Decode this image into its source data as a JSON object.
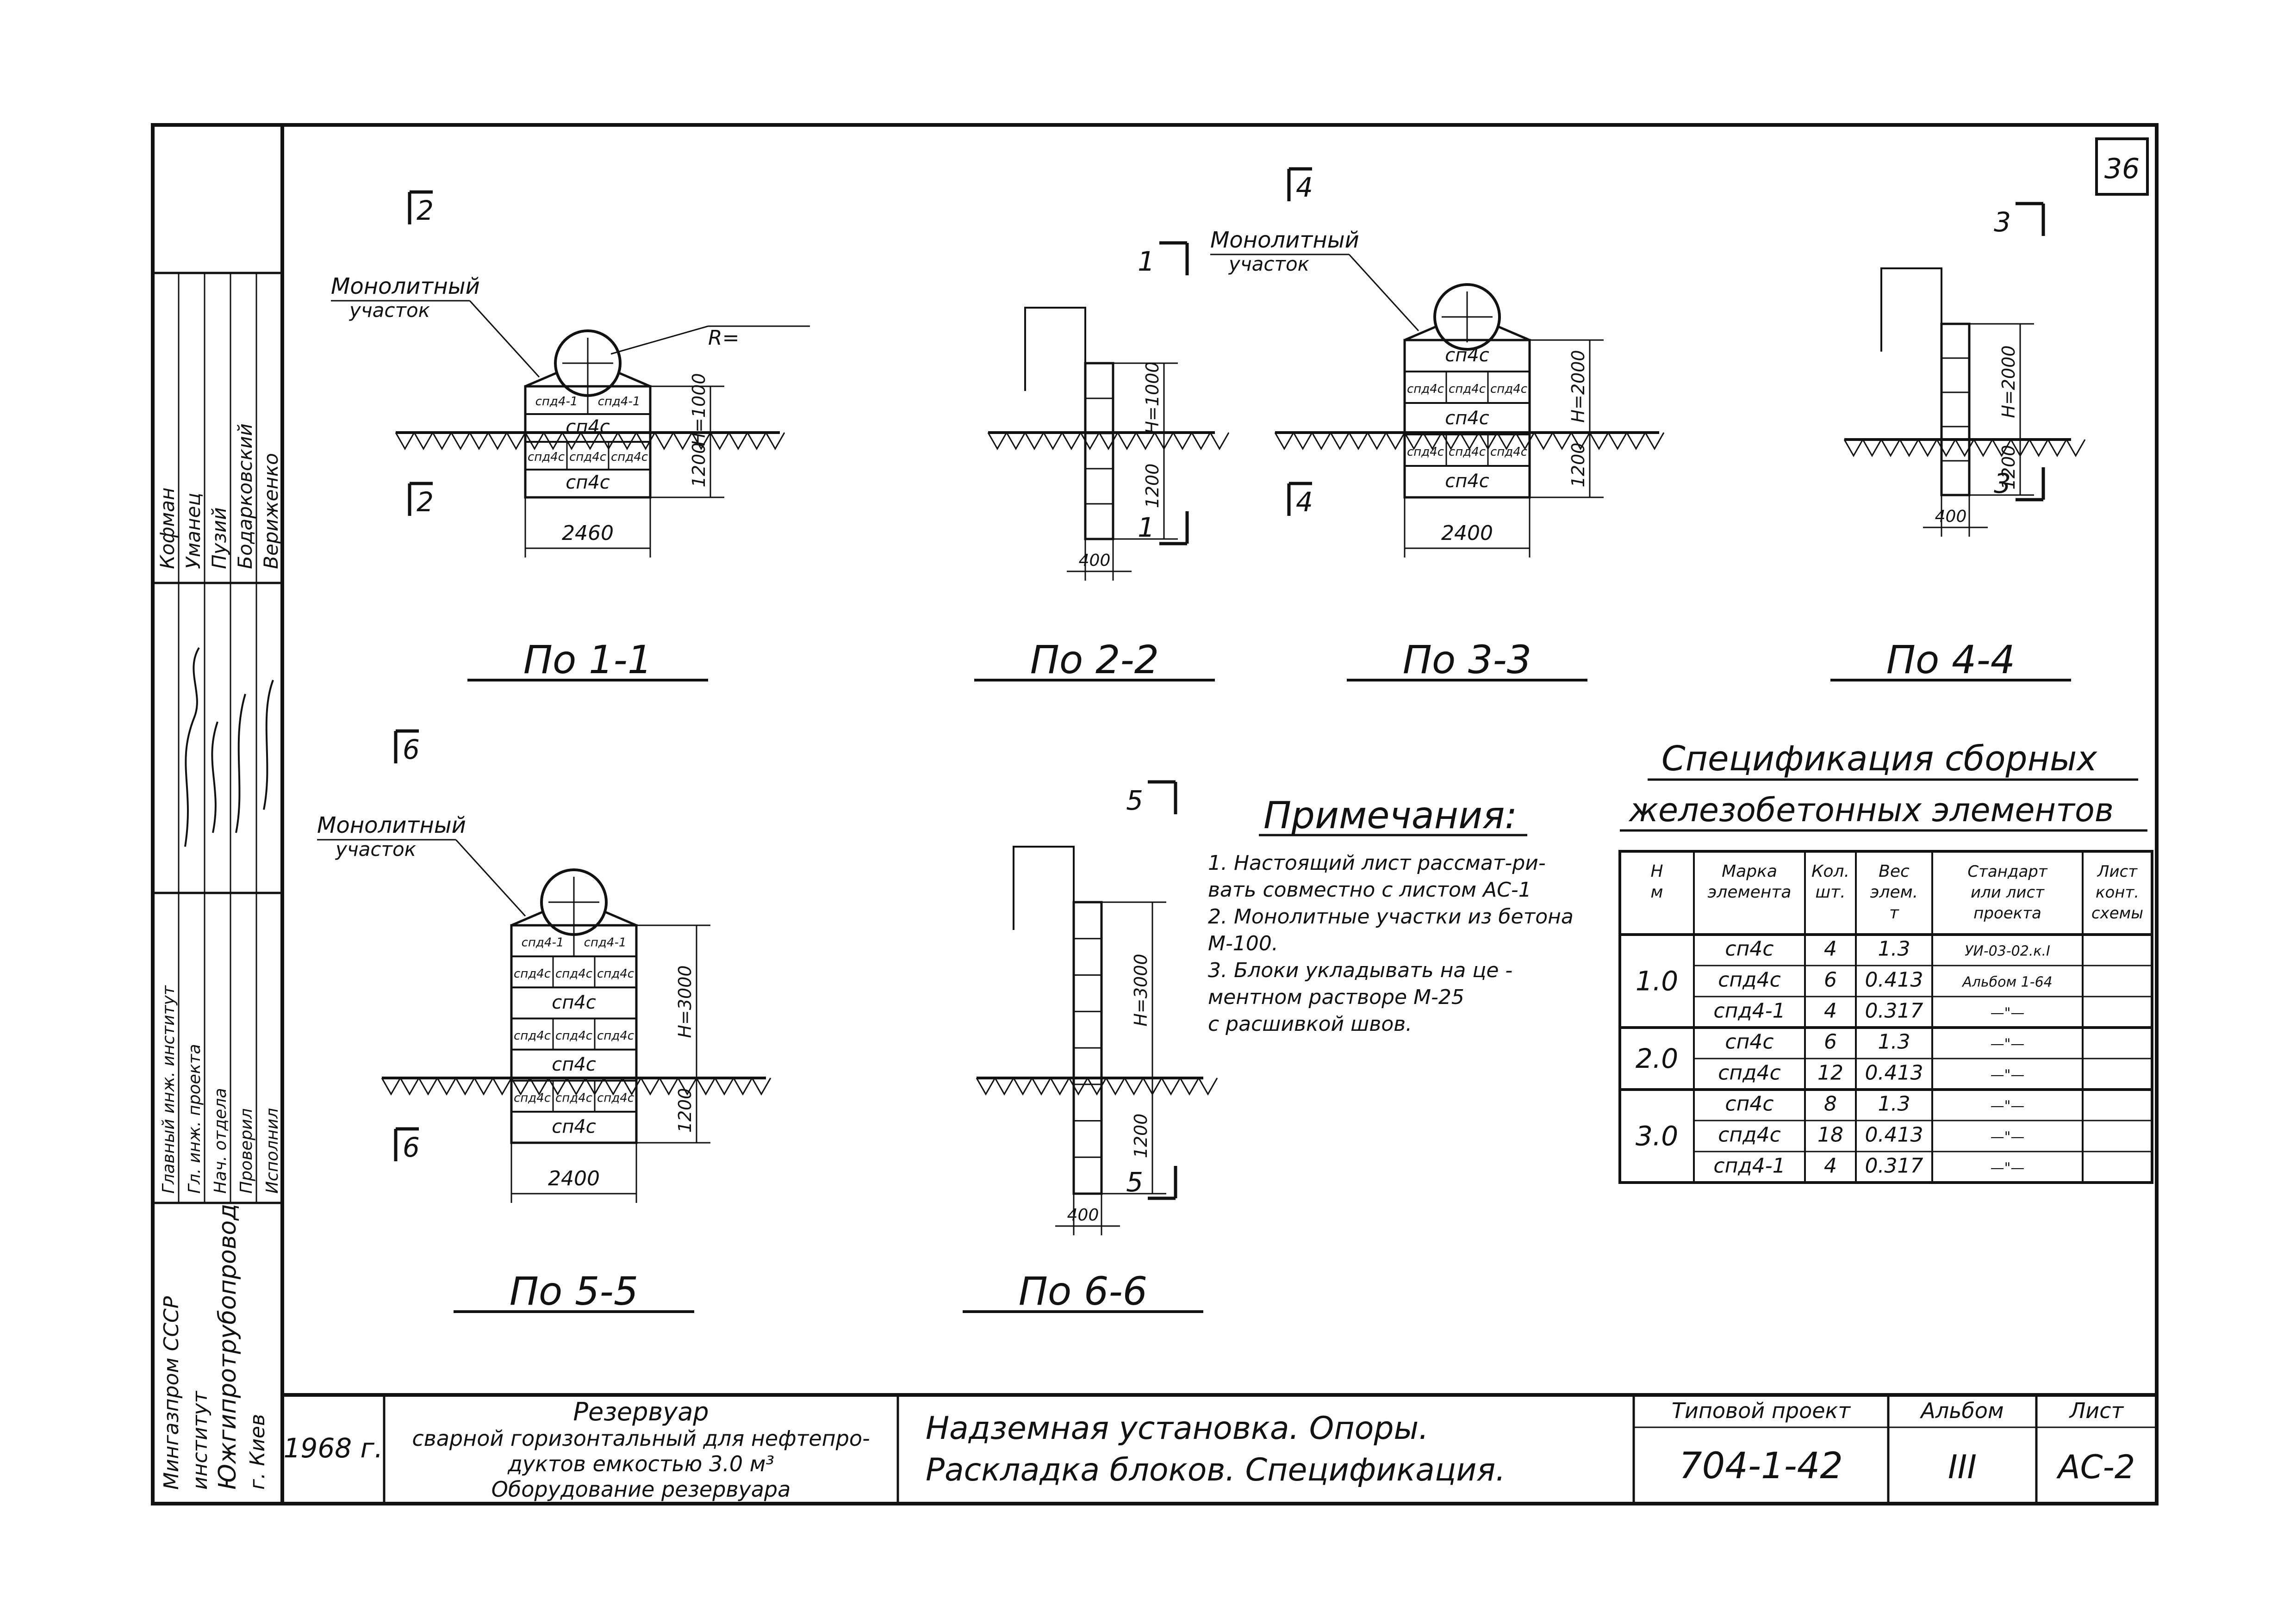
{
  "sheet_no": "36",
  "sections": [
    {
      "title": "По 1-1",
      "cut_top": "2",
      "cut_bottom": "2",
      "label_zone": "Монолитный",
      "label_zone2": "участок",
      "radius": "R=",
      "blocks": [
        "спд4-1",
        "спд4-1",
        "сп4с",
        "спд4с",
        "спд4с",
        "спд4с",
        "сп4с"
      ],
      "h_upper": "H=1000",
      "h_lower": "1200",
      "width": "2460"
    },
    {
      "title": "По 2-2",
      "cut_top": "1",
      "cut_bottom": "1",
      "h_upper": "H=1000",
      "h_lower": "1200",
      "width": "400"
    },
    {
      "title": "По 3-3",
      "cut_top": "4",
      "cut_bottom": "4",
      "label_zone": "Монолитный",
      "label_zone2": "участок",
      "blocks": [
        "сп4с",
        "спд4с",
        "спд4с",
        "спд4с",
        "сп4с",
        "спд4с",
        "спд4с",
        "спд4с",
        "сп4с"
      ],
      "h_upper": "H=2000",
      "h_lower": "1200",
      "width": "2400"
    },
    {
      "title": "По 4-4",
      "cut_top": "3",
      "cut_bottom": "3",
      "h_upper": "H=2000",
      "h_lower": "1200",
      "width": "400"
    },
    {
      "title": "По 5-5",
      "cut_top": "6",
      "cut_bottom": "6",
      "label_zone": "Монолитный",
      "label_zone2": "участок",
      "blocks": [
        "спд4-1",
        "спд4-1",
        "спд4с",
        "спд4с",
        "спд4с",
        "сп4с",
        "спд4с",
        "спд4с",
        "спд4с",
        "сп4с",
        "спд4с",
        "спд4с",
        "спд4с",
        "сп4с"
      ],
      "h_upper": "H=3000",
      "h_lower": "1200",
      "width": "2400"
    },
    {
      "title": "По 6-6",
      "cut_top": "5",
      "cut_bottom": "5",
      "h_upper": "H=3000",
      "h_lower": "1200",
      "width": "400"
    }
  ],
  "notes": {
    "title": "Примечания:",
    "items": [
      "1. Настоящий лист рассмат-ри-",
      "вать совместно с листом АС-1",
      "2. Монолитные участки из бетона",
      "М-100.",
      "3. Блоки укладывать на це -",
      "ментном растворе М-25",
      "с расшивкой швов."
    ]
  },
  "spec": {
    "title1": "Спецификация сборных",
    "title2": "железобетонных элементов",
    "headers": [
      [
        "Н",
        "м"
      ],
      [
        "Марка",
        "элемента"
      ],
      [
        "Кол.",
        "шт."
      ],
      [
        "Вес",
        "элем.",
        "т"
      ],
      [
        "Стандарт",
        "или лист",
        "проекта"
      ],
      [
        "Лист",
        "конт.",
        "схемы"
      ]
    ],
    "groups": [
      {
        "h": "1.0",
        "rows": [
          [
            "сп4с",
            "4",
            "1.3",
            "УИ-03-02.к.I"
          ],
          [
            "спд4с",
            "6",
            "0.413",
            "Альбом 1-64"
          ],
          [
            "спд4-1",
            "4",
            "0.317",
            "—\"—"
          ]
        ]
      },
      {
        "h": "2.0",
        "rows": [
          [
            "сп4с",
            "6",
            "1.3",
            "—\"—"
          ],
          [
            "спд4с",
            "12",
            "0.413",
            "—\"—"
          ]
        ]
      },
      {
        "h": "3.0",
        "rows": [
          [
            "сп4с",
            "8",
            "1.3",
            "—\"—"
          ],
          [
            "спд4с",
            "18",
            "0.413",
            "—\"—"
          ],
          [
            "спд4-1",
            "4",
            "0.317",
            "—\"—"
          ]
        ]
      }
    ]
  },
  "side_block": {
    "names": [
      "Кофман",
      "Уманец",
      "Пузий",
      "Бодарковский",
      "Вериженко"
    ],
    "roles": [
      "Главный инж. институт",
      "Гл. инж. проекта",
      "Нач. отдела",
      "Проверил",
      "Исполнил"
    ],
    "org": [
      "Мингазпром СССР",
      "институт",
      "Южгипротрубопровод",
      "г. Киев"
    ]
  },
  "title_block": {
    "year": "1968 г.",
    "project_line1": "Резервуар",
    "project_line2": "сварной горизонтальный для нефтепро-",
    "project_line3": "дуктов емкостью 3.0 м³",
    "project_line4": "Оборудование резервуара",
    "drawing_line1": "Надземная установка. Опоры.",
    "drawing_line2": "Раскладка блоков. Спецификация.",
    "tp_label": "Типовой проект",
    "tp_value": "704-1-42",
    "album_label": "Альбом",
    "album_value": "III",
    "sheet_label": "Лист",
    "sheet_value": "АС-2"
  }
}
